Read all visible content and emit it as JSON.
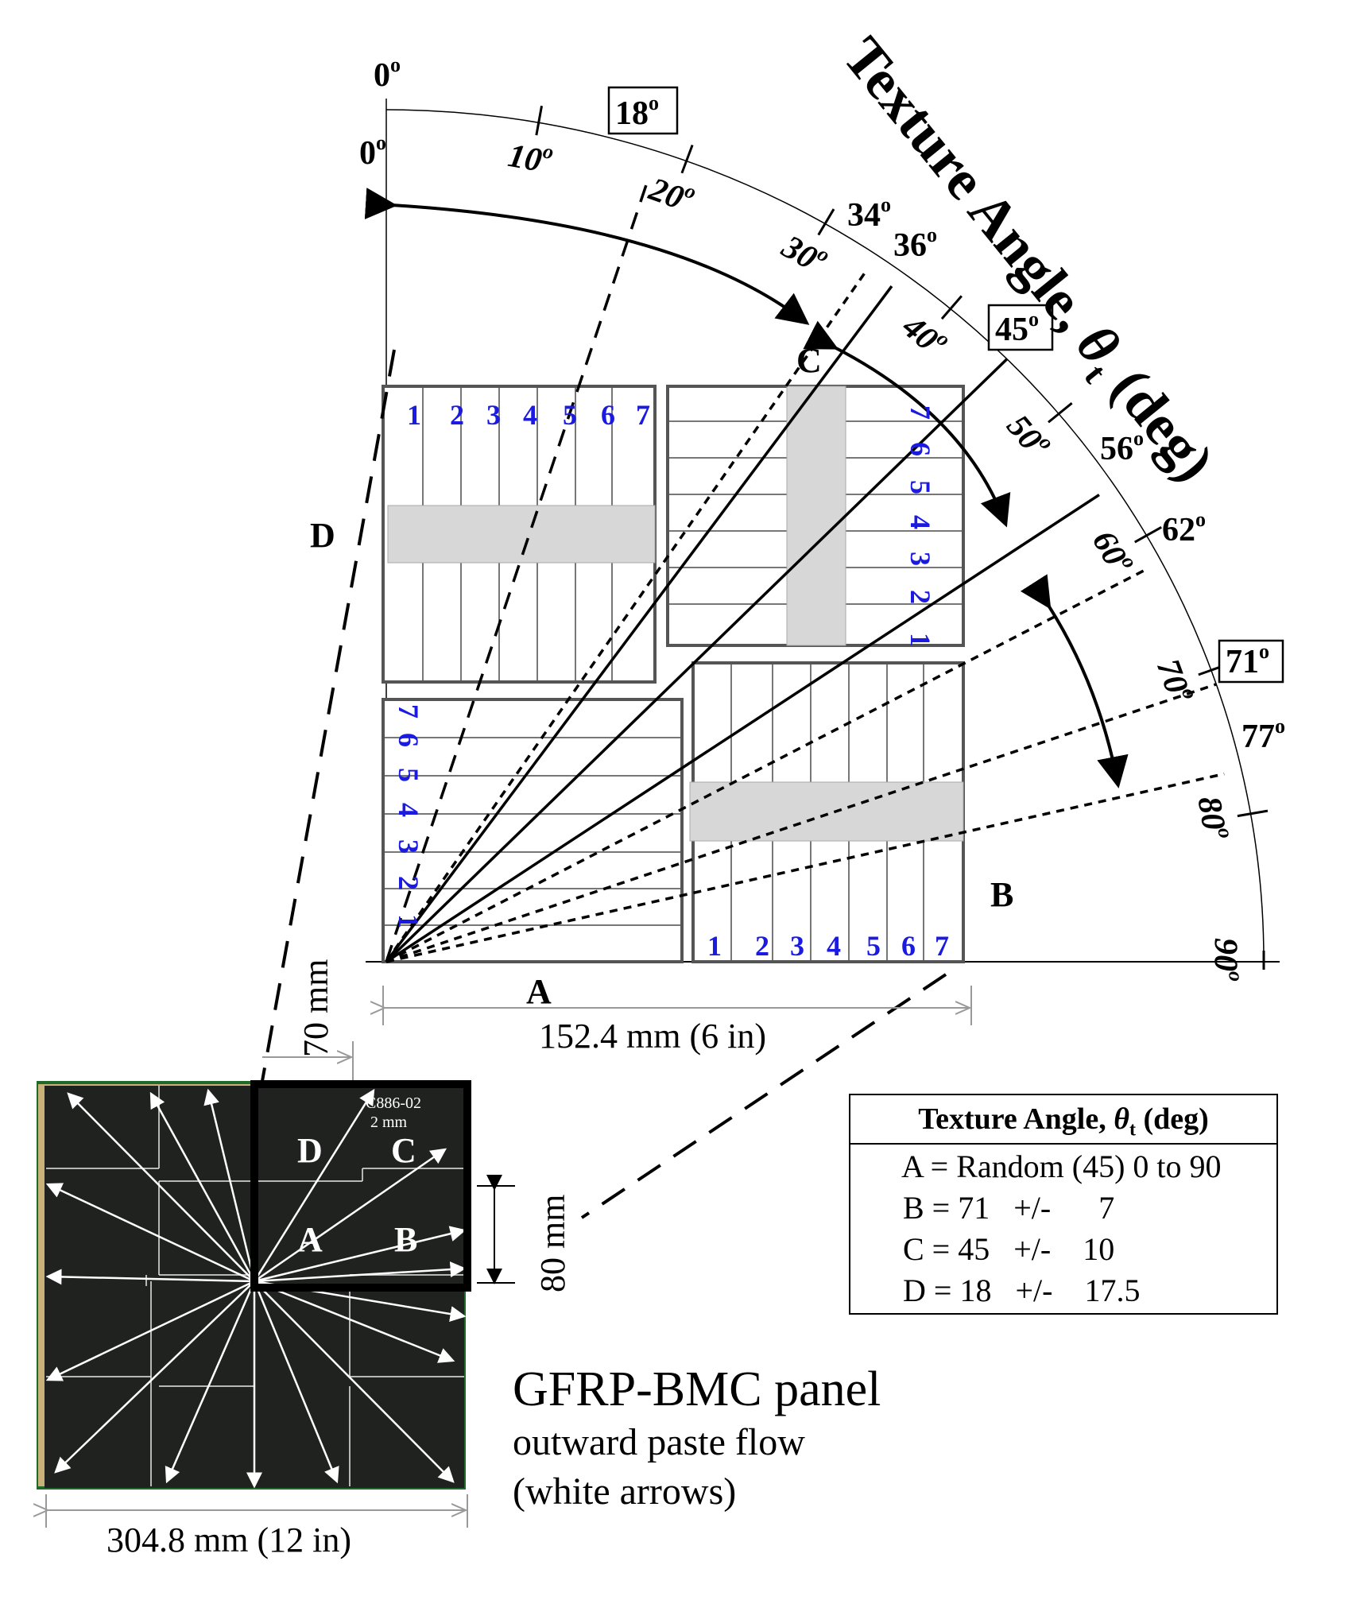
{
  "title": {
    "main": "Texture Angle, ",
    "symbol": "θ",
    "sub": "t",
    "unit": " (deg)"
  },
  "angles": {
    "outer_zero": "0",
    "inner_zero": "0",
    "ticks": [
      {
        "label": "10",
        "deg": 10
      },
      {
        "label": "20",
        "deg": 20
      },
      {
        "label": "30",
        "deg": 30
      },
      {
        "label": "40",
        "deg": 40
      },
      {
        "label": "50",
        "deg": 50
      },
      {
        "label": "60",
        "deg": 60
      },
      {
        "label": "70",
        "deg": 70
      },
      {
        "label": "80",
        "deg": 80
      },
      {
        "label": "90",
        "deg": 90
      }
    ],
    "markers": [
      {
        "label": "34",
        "deg": 34,
        "style": "short-dash"
      },
      {
        "label": "36",
        "deg": 36,
        "style": "solid"
      },
      {
        "label": "56",
        "deg": 56,
        "style": "solid"
      },
      {
        "label": "62",
        "deg": 62,
        "style": "short-dash"
      },
      {
        "label": "77",
        "deg": 77,
        "style": "short-dash"
      }
    ],
    "boxed": [
      {
        "label": "18",
        "deg": 18
      },
      {
        "label": "45",
        "deg": 45
      },
      {
        "label": "71",
        "deg": 71
      }
    ],
    "degree_symbol": "o"
  },
  "region_letters": {
    "A": "A",
    "B": "B",
    "C": "C",
    "D": "D"
  },
  "strip_numbers": [
    "1",
    "2",
    "3",
    "4",
    "5",
    "6",
    "7"
  ],
  "dimensions": {
    "width_6in": "152.4 mm (6 in)",
    "width_12in": "304.8 mm (12 in)",
    "offset_70": "70 mm",
    "offset_80": "80 mm"
  },
  "photo": {
    "label_code": "C886-02",
    "label_thick": "2 mm",
    "letters": [
      "D",
      "C",
      "A",
      "B"
    ]
  },
  "legend": {
    "header_main": "Texture Angle, ",
    "header_symbol": "θ",
    "header_sub": "t",
    "header_unit": " (deg)",
    "rows": [
      "A = Random (45) 0 to 90",
      "B = 71   +/-      7",
      "C = 45   +/-    10",
      "D = 18   +/-    17.5"
    ]
  },
  "caption": {
    "line1": "GFRP-BMC panel",
    "line2": "outward paste flow",
    "line3": "(white arrows)"
  },
  "colors": {
    "strip_numbers": "#1a1ae0",
    "gray_band": "#d7d7d7",
    "panel": "#202220",
    "panel_border": "#c8b27a"
  }
}
